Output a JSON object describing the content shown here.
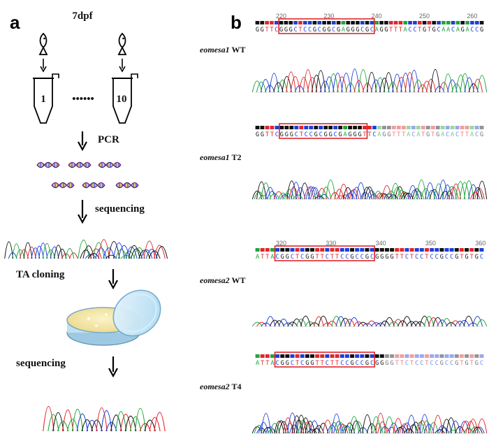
{
  "panels": {
    "a": "a",
    "b": "b"
  },
  "workflow": {
    "stage": "7dpf",
    "tube_first": "1",
    "tube_dots": "••••••",
    "tube_last": "10",
    "pcr": "PCR",
    "sequencing_1": "sequencing",
    "ta_cloning": "TA cloning",
    "sequencing_2": "sequencing"
  },
  "traces": [
    {
      "gene": "eomesa1",
      "genotype": "WT",
      "sequence": "GGTTCGGGCTCCGCGGCGAGGGCGCAGGTTTACCTGTGCAACAGACCG",
      "positions": [
        "220",
        "230",
        "240",
        "250",
        "260"
      ],
      "box": [
        5,
        24
      ]
    },
    {
      "gene": "eomesa1",
      "genotype": "T2",
      "sequence": "GGTTCGGGCTCCGCGGCGAGGGTTCAGGTTTACATGTGACACTTACG",
      "positions": [],
      "box": [
        5,
        22
      ]
    },
    {
      "gene": "eomesa2",
      "genotype": "WT",
      "sequence": "ATTACGGCTCGGTTCTTCCGCCGCGGGGTTCTCCTCCGCCGTGTGC",
      "positions": [
        "320",
        "330",
        "340",
        "350",
        "360"
      ],
      "box": [
        4,
        23
      ]
    },
    {
      "gene": "eomesa2",
      "genotype": "T4",
      "sequence": "ATTACGGCTCGGTTCTTCCGCCGCGGGGTTCTCCTCCGCCGTGTGC",
      "positions": [],
      "box": [
        4,
        23
      ]
    }
  ],
  "colors": {
    "A": "#1fa53a",
    "C": "#1d3fd6",
    "G": "#111111",
    "T": "#e0262b",
    "box": "#e0262b"
  },
  "icons": [
    "fish-icon",
    "tube-icon",
    "down-arrow-icon",
    "dna-helix-icon",
    "chromatogram-icon",
    "petri-dish-icon"
  ]
}
